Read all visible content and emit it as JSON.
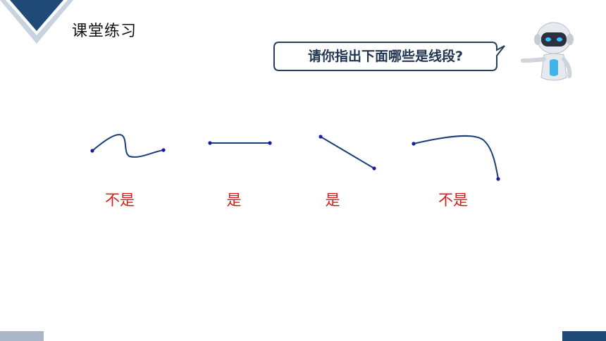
{
  "slide": {
    "section_title": "课堂练习",
    "question": "请你指出下面哪些是线段?",
    "answers": [
      "不是",
      "是",
      "是",
      "不是"
    ]
  },
  "colors": {
    "accent_navy": "#1f4a78",
    "answer_red": "#e01818",
    "segment_blue": "#1a3d7a"
  },
  "icons": [
    "robot-icon"
  ]
}
